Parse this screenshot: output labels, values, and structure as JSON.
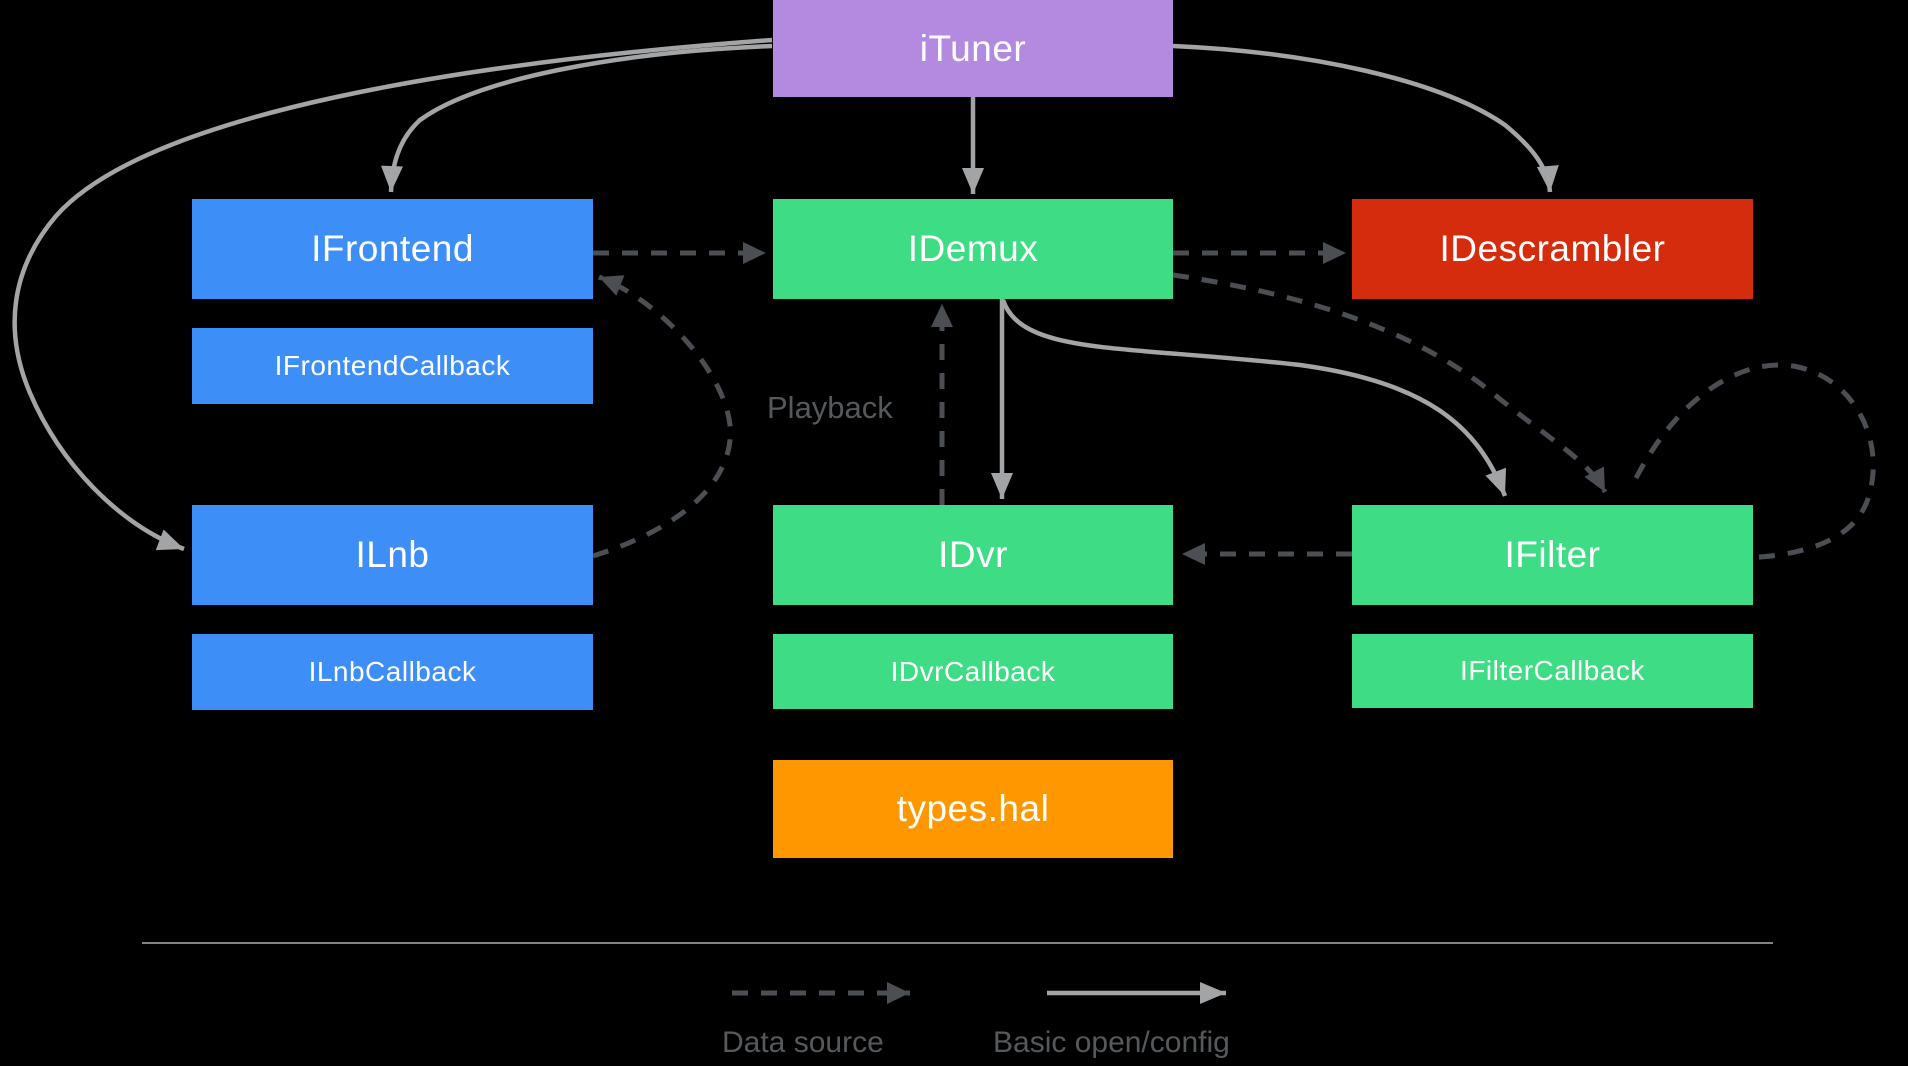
{
  "diagram": {
    "nodes": {
      "ituner": {
        "label": "iTuner",
        "color": "#b48ae0"
      },
      "ifrontend": {
        "label": "IFrontend",
        "color": "#3d8ef7"
      },
      "ifrontend_callback": {
        "label": "IFrontendCallback",
        "color": "#3d8ef7"
      },
      "idemux": {
        "label": "IDemux",
        "color": "#3edc84"
      },
      "idescrambler": {
        "label": "IDescrambler",
        "color": "#d62c0e"
      },
      "ilnb": {
        "label": "ILnb",
        "color": "#3d8ef7"
      },
      "ilnb_callback": {
        "label": "ILnbCallback",
        "color": "#3d8ef7"
      },
      "idvr": {
        "label": "IDvr",
        "color": "#3edc84"
      },
      "idvr_callback": {
        "label": "IDvrCallback",
        "color": "#3edc84"
      },
      "ifilter": {
        "label": "IFilter",
        "color": "#3edc84"
      },
      "ifilter_callback": {
        "label": "IFilterCallback",
        "color": "#3edc84"
      },
      "types_hal": {
        "label": "types.hal",
        "color": "#ff9800"
      }
    },
    "edge_labels": {
      "playback": "Playback"
    },
    "edges": [
      {
        "from": "iTuner",
        "to": "IFrontend",
        "style": "solid"
      },
      {
        "from": "iTuner",
        "to": "IDemux",
        "style": "solid"
      },
      {
        "from": "iTuner",
        "to": "IDescrambler",
        "style": "solid"
      },
      {
        "from": "iTuner",
        "to": "ILnb",
        "style": "solid"
      },
      {
        "from": "IDemux",
        "to": "IDvr",
        "style": "solid"
      },
      {
        "from": "IDemux",
        "to": "IFilter",
        "style": "solid"
      },
      {
        "from": "IFrontend",
        "to": "IDemux",
        "style": "dashed"
      },
      {
        "from": "IDemux",
        "to": "IDescrambler",
        "style": "dashed"
      },
      {
        "from": "ILnb",
        "to": "IFrontend",
        "style": "dashed"
      },
      {
        "from": "IDvr",
        "to": "IDemux",
        "style": "dashed",
        "label": "Playback"
      },
      {
        "from": "IDemux",
        "to": "IFilter",
        "style": "dashed"
      },
      {
        "from": "IFilter",
        "to": "IFilter",
        "style": "dashed"
      },
      {
        "from": "IFilter",
        "to": "IDvr",
        "style": "dashed"
      }
    ],
    "legend": {
      "data_source": "Data source",
      "basic_open_config": "Basic open/config"
    },
    "colors": {
      "background": "#000000",
      "solid_arrow": "#a2a4a6",
      "dashed_arrow": "#4b4e52",
      "label_text": "#56595c",
      "divider": "#828282",
      "box_text": "#ffffff"
    }
  }
}
